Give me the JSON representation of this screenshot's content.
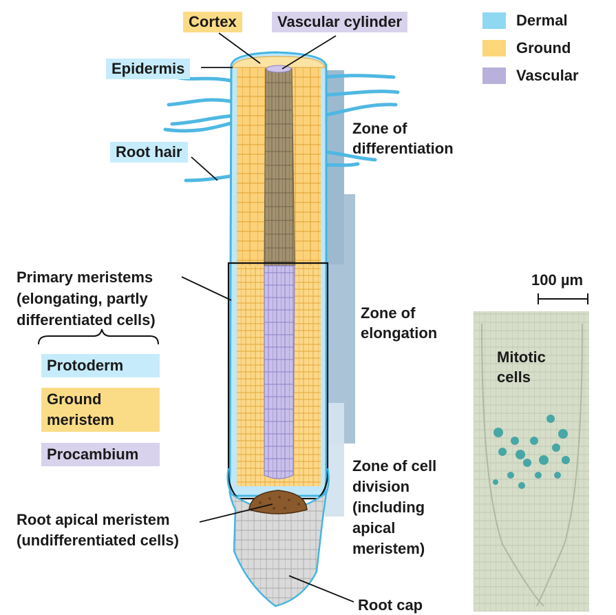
{
  "labels": {
    "cortex": "Cortex",
    "vascular_cylinder": "Vascular cylinder",
    "epidermis": "Epidermis",
    "root_hair": "Root hair",
    "zone_differentiation": "Zone of\ndifferentiation",
    "zone_elongation": "Zone of\nelongation",
    "zone_division": "Zone of cell\ndivision\n(including\napical\nmeristem)",
    "primary_meristems": "Primary meristems\n(elongating, partly\ndifferentiated cells)",
    "protoderm": "Protoderm",
    "ground_meristem": "Ground\nmeristem",
    "procambium": "Procambium",
    "root_apical_meristem": "Root apical meristem\n(undifferentiated cells)",
    "root_cap": "Root cap",
    "scale_bar": "100 µm",
    "mitotic_cells": "Mitotic\ncells"
  },
  "legend": [
    {
      "label": "Dermal",
      "color": "#8fd8f2"
    },
    {
      "label": "Ground",
      "color": "#fbd77a"
    },
    {
      "label": "Vascular",
      "color": "#b9b0dc"
    }
  ],
  "colors": {
    "dermal": "#8fd8f2",
    "ground": "#f8c96a",
    "vascular": "#b9aedc",
    "xylem_mature": "#9f8f73",
    "apical_meristem": "#8b5a2b",
    "root_cap": "#d7d7d7",
    "root_outline": "#45b5e0",
    "zone_bar": "#8fb0c8"
  }
}
